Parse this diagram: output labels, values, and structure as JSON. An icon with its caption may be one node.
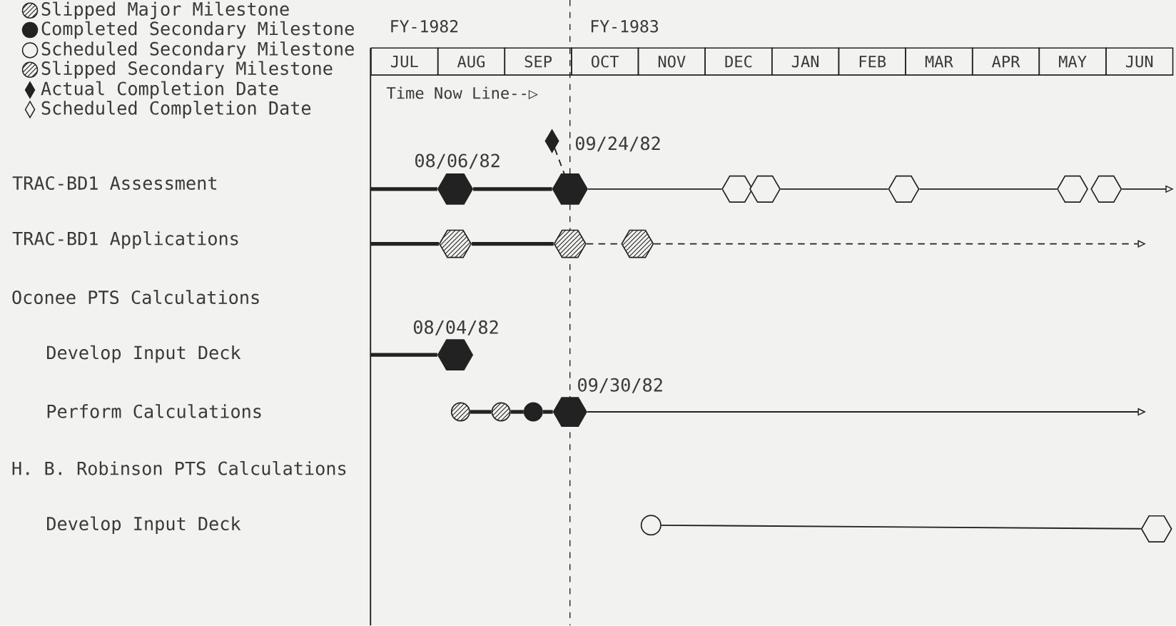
{
  "diagram": {
    "nodes": [
      {
        "text": [],
        "shape": "diamond",
        "beside": [
          "09/24/82"
        ]
      },
      {
        "text": [],
        "shape": "hexagon",
        "beside": [
          "08/06/82"
        ]
      },
      {
        "text": [],
        "shape": "hexagon"
      },
      {
        "text": [],
        "shape": "hexagon"
      },
      {
        "text": [],
        "shape": "hexagon"
      },
      {
        "text": [],
        "shape": "hexagon"
      },
      {
        "text": [],
        "shape": "hexagon"
      },
      {
        "text": [],
        "shape": "hexagon"
      },
      {
        "text": [],
        "shape": "hexagon"
      },
      {
        "text": [],
        "shape": "hexagon"
      },
      {
        "text": [],
        "shape": "hexagon"
      },
      {
        "text": [],
        "shape": "hexagon",
        "beside": [
          "08/04/82"
        ]
      },
      {
        "text": [],
        "shape": "circle"
      },
      {
        "text": [],
        "shape": "circle"
      },
      {
        "text": [],
        "shape": "circle"
      },
      {
        "text": [],
        "shape": "hexagon",
        "beside": [
          "09/30/82"
        ]
      },
      {
        "text": [],
        "shape": "circle"
      },
      {
        "text": [],
        "shape": "hexagon"
      }
    ],
    "edges": [
      {
        "from": null,
        "to": 1,
        "arrow": "none",
        "style": "thick"
      },
      {
        "from": 1,
        "to": 2,
        "arrow": "none",
        "style": "thick"
      },
      {
        "from": 0,
        "to": 2,
        "arrow": "none",
        "style": "dashed"
      },
      {
        "from": 2,
        "to": 3,
        "arrow": "none"
      },
      {
        "from": 4,
        "to": 5,
        "arrow": "none"
      },
      {
        "from": 5,
        "to": 6,
        "arrow": "none"
      },
      {
        "from": 7,
        "to": null,
        "arrow": "to"
      },
      {
        "from": null,
        "to": 8,
        "arrow": "none",
        "style": "thick"
      },
      {
        "from": 8,
        "to": 9,
        "arrow": "none",
        "style": "thick"
      },
      {
        "from": 9,
        "to": 10,
        "arrow": "none",
        "style": "dashed"
      },
      {
        "from": 10,
        "to": null,
        "arrow": "to",
        "style": "dashed"
      },
      {
        "from": null,
        "to": 11,
        "arrow": "none",
        "style": "thick"
      },
      {
        "from": 12,
        "to": 13,
        "arrow": "none",
        "style": "thick"
      },
      {
        "from": 13,
        "to": 14,
        "arrow": "none",
        "style": "thick"
      },
      {
        "from": 14,
        "to": 15,
        "arrow": "none",
        "style": "thick"
      },
      {
        "from": 15,
        "to": null,
        "arrow": "to"
      },
      {
        "from": 16,
        "to": 17,
        "arrow": "none"
      }
    ],
    "labels": [
      "FY-1982",
      "FY-1983",
      "JUL",
      "AUG",
      "SEP",
      "OCT",
      "NOV",
      "DEC",
      "JAN",
      "FEB",
      "MAR",
      "APR",
      "MAY",
      "JUN",
      "Time Now Line--▷",
      "TRAC-BD1 Assessment",
      "TRAC-BD1 Applications",
      "Oconee PTS Calculations",
      "Develop Input Deck",
      "Perform Calculations",
      "H. B. Robinson PTS Calculations",
      "Develop Input Deck"
    ],
    "legend": [
      {
        "text": "Slipped Major Milestone"
      },
      {
        "text": "Completed Secondary Milestone"
      },
      {
        "text": "Scheduled Secondary Milestone"
      },
      {
        "text": "Slipped Secondary Milestone"
      },
      {
        "text": "Actual Completion Date"
      },
      {
        "text": "Scheduled Completion Date"
      }
    ]
  }
}
